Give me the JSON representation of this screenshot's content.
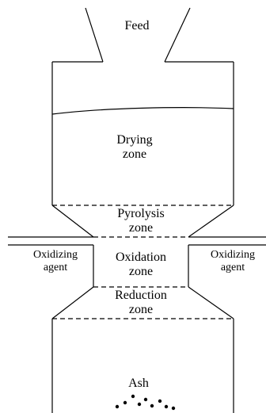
{
  "diagram": {
    "feed": "Feed",
    "drying": {
      "line1": "Drying",
      "line2": "zone"
    },
    "pyrolysis": {
      "line1": "Pyrolysis",
      "line2": "zone"
    },
    "oxidation": {
      "line1": "Oxidation",
      "line2": "zone"
    },
    "reduction": {
      "line1": "Reduction",
      "line2": "zone"
    },
    "oxidizing_left": {
      "line1": "Oxidizing",
      "line2": "agent"
    },
    "oxidizing_right": {
      "line1": "Oxidizing",
      "line2": "agent"
    },
    "ash": "Ash"
  }
}
